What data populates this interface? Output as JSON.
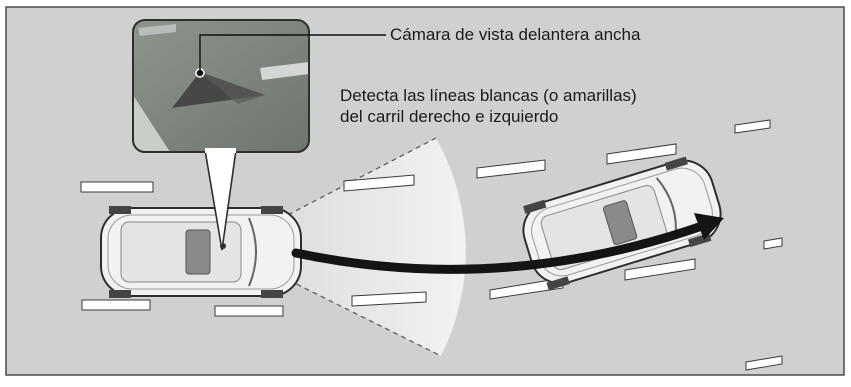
{
  "labels": {
    "camera": "Cámara de vista delantera ancha",
    "detect_line1": "Detecta las líneas blancas (o amarillas)",
    "detect_line2": "del carril derecho e izquierdo"
  },
  "colors": {
    "background": "#d0d0d0",
    "frame": "#4a4a4a",
    "lane_marking": "#ffffff",
    "detection_zone": "#ececec",
    "arrow": "#141414",
    "car_body": "#f2f2f2",
    "car_glass": "#8a8a8a"
  },
  "icons": {
    "camera_marker": "camera-position-dot",
    "trajectory": "curved-arrow"
  }
}
